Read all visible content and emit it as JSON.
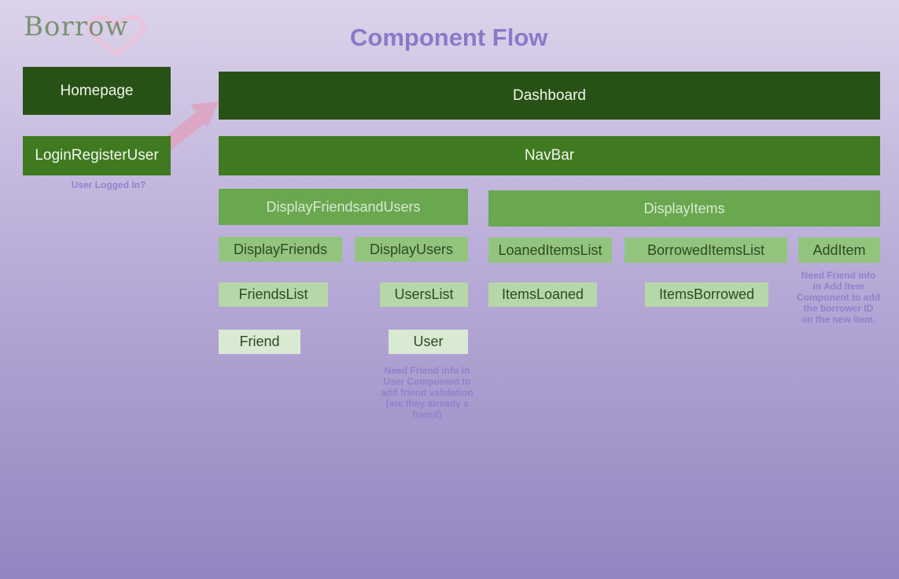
{
  "logo": "Borrow",
  "title": "Component Flow",
  "nodes": {
    "homepage": "Homepage",
    "login": "LoginRegisterUser",
    "dashboard": "Dashboard",
    "navbar": "NavBar",
    "display_friends_and_users": "DisplayFriendsandUsers",
    "display_items": "DisplayItems",
    "display_friends": "DisplayFriends",
    "display_users": "DisplayUsers",
    "loaned_items_list": "LoanedItemsList",
    "borrowed_items_list": "BorrowedItemsList",
    "add_item": "AddItem",
    "friends_list": "FriendsList",
    "users_list": "UsersList",
    "items_loaned": "ItemsLoaned",
    "items_borrowed": "ItemsBorrowed",
    "friend": "Friend",
    "user": "User"
  },
  "notes": {
    "logged_in": "User Logged In?",
    "add_item_note": "Need Friend info in Add Item Component to add the borrower ID on the new item.",
    "user_note": "Need Friend info in User Component to add friend validation (are they already a friend)"
  },
  "colors": {
    "level0": "#285215",
    "level1": "#3f7a20",
    "level2": "#6aa84f",
    "level3": "#93c47d",
    "level4": "#b6d7a8",
    "level5": "#d9ead3",
    "arrow": "#dba7c4",
    "note": "#8f82cc"
  }
}
